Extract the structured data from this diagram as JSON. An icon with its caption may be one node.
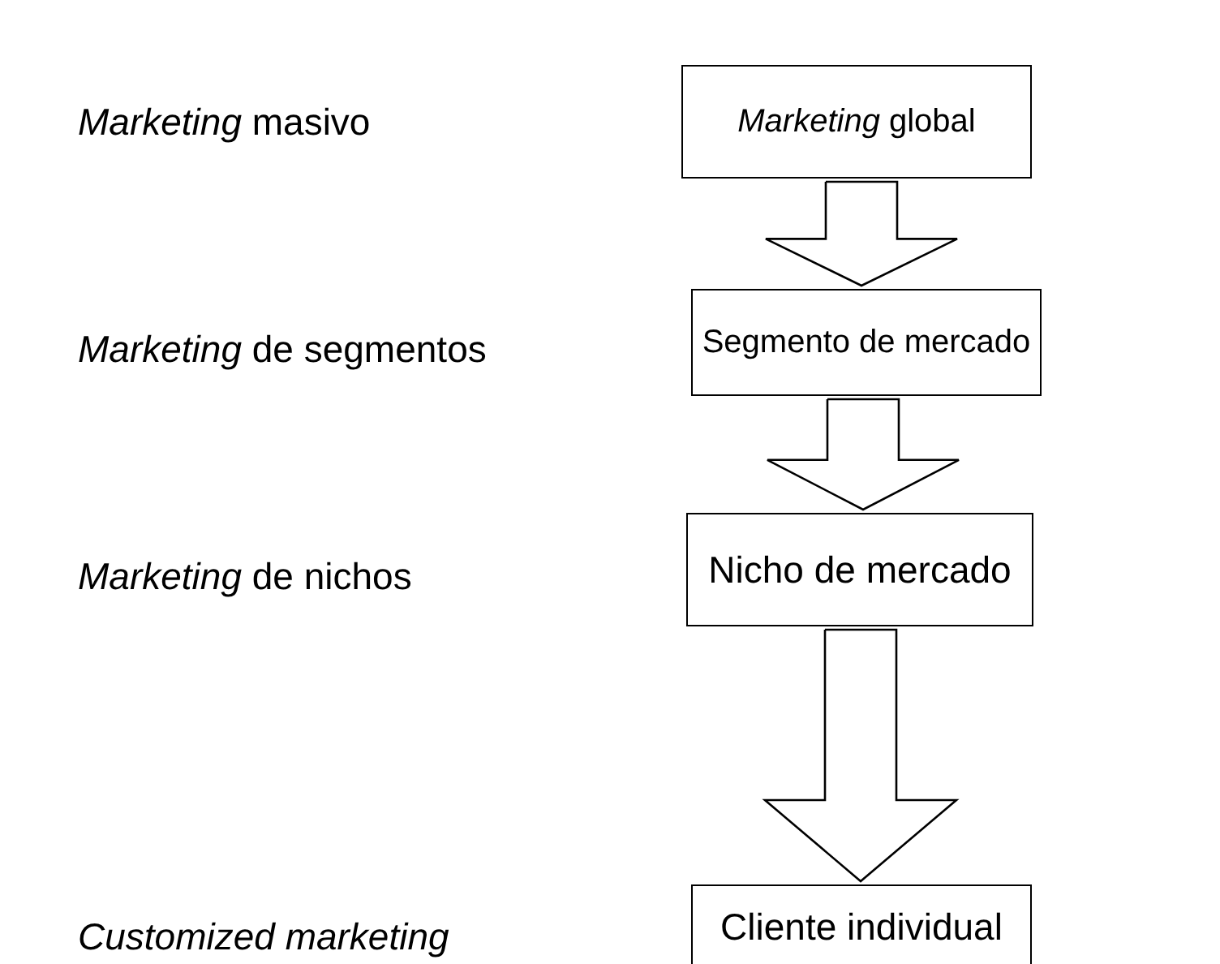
{
  "diagram": {
    "nodes": [
      {
        "text": [
          "*Marketing* global"
        ]
      },
      {
        "text": [
          "Segmento de mercado"
        ]
      },
      {
        "text": [
          "Nicho de mercado"
        ]
      },
      {
        "text": [
          "Cliente individual"
        ]
      }
    ],
    "edges": [
      {
        "from": 0,
        "to": 1,
        "arrow": "to"
      },
      {
        "from": 1,
        "to": 2,
        "arrow": "to"
      },
      {
        "from": 2,
        "to": 3,
        "arrow": "to"
      }
    ],
    "labels": [
      "*Marketing* masivo",
      "*Marketing* de segmentos",
      "*Marketing* de nichos",
      "Customized marketing"
    ]
  }
}
